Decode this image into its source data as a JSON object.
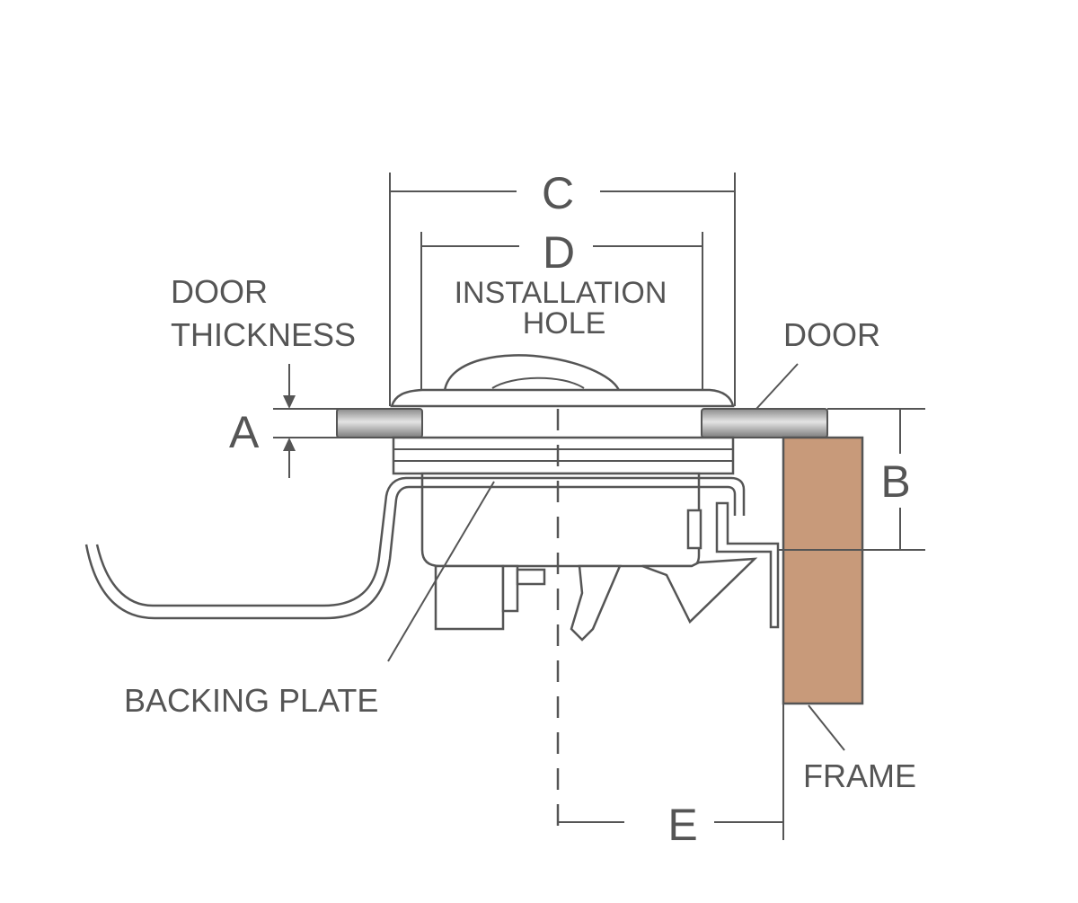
{
  "labels": {
    "dim_a": "A",
    "dim_b": "B",
    "dim_c": "C",
    "dim_d": "D",
    "dim_e": "E",
    "door_thickness_line1": "DOOR",
    "door_thickness_line2": "THICKNESS",
    "installation_hole_line1": "INSTALLATION",
    "installation_hole_line2": "HOLE",
    "door": "DOOR",
    "backing_plate": "BACKING PLATE",
    "frame": "FRAME"
  },
  "colors": {
    "line": "#555555",
    "frame_fill": "#c89a7a",
    "door_fill": "#b9b9b9",
    "background": "#ffffff"
  }
}
